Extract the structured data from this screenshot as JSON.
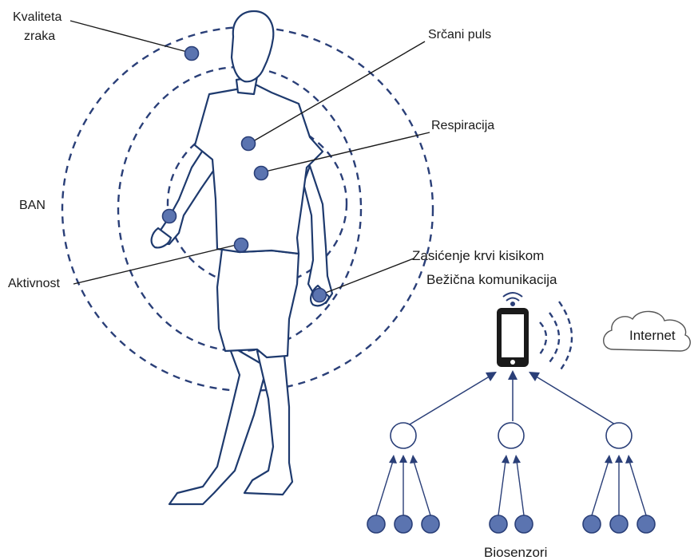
{
  "colors": {
    "outline": "#1e3a6e",
    "sensor_fill": "#5b74b0",
    "sensor_stroke": "#2a3f78",
    "text": "#1a1a1a",
    "dash": "#2a3f78"
  },
  "labels": {
    "air_quality_line1": "Kvaliteta",
    "air_quality_line2": "zraka",
    "heart_rate": "Srčani puls",
    "respiration": "Respiracija",
    "ban": "BAN",
    "activity": "Aktivnost",
    "blood_oxygen": "Zasićenje krvi kisikom",
    "wireless": "Bežična komunikacija",
    "internet": "Internet",
    "biosensors": "Biosenzori"
  },
  "icons": {
    "phone": "smartphone-icon",
    "wifi": "wifi-icon",
    "cloud": "cloud-icon"
  }
}
